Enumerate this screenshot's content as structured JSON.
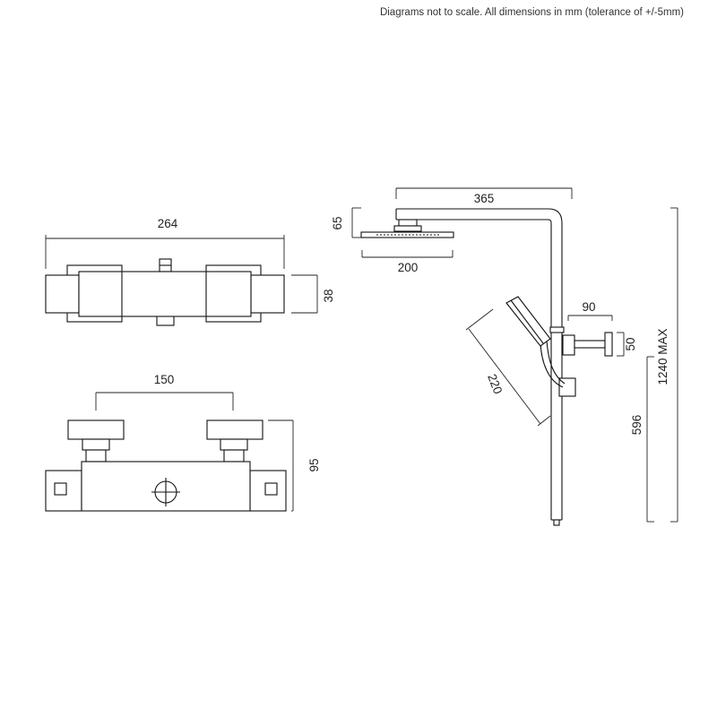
{
  "note": "Diagrams not to scale. All dimensions in mm (tolerance of +/-5mm)",
  "dimensions": {
    "bar_width": "264",
    "bar_height": "38",
    "handle_spacing": "150",
    "front_depth": "95",
    "arm_length": "365",
    "head_height": "65",
    "head_width": "200",
    "bracket_offset": "90",
    "bracket_size": "50",
    "handset_length": "220",
    "riser_lower": "596",
    "total_height": "1240 MAX"
  }
}
